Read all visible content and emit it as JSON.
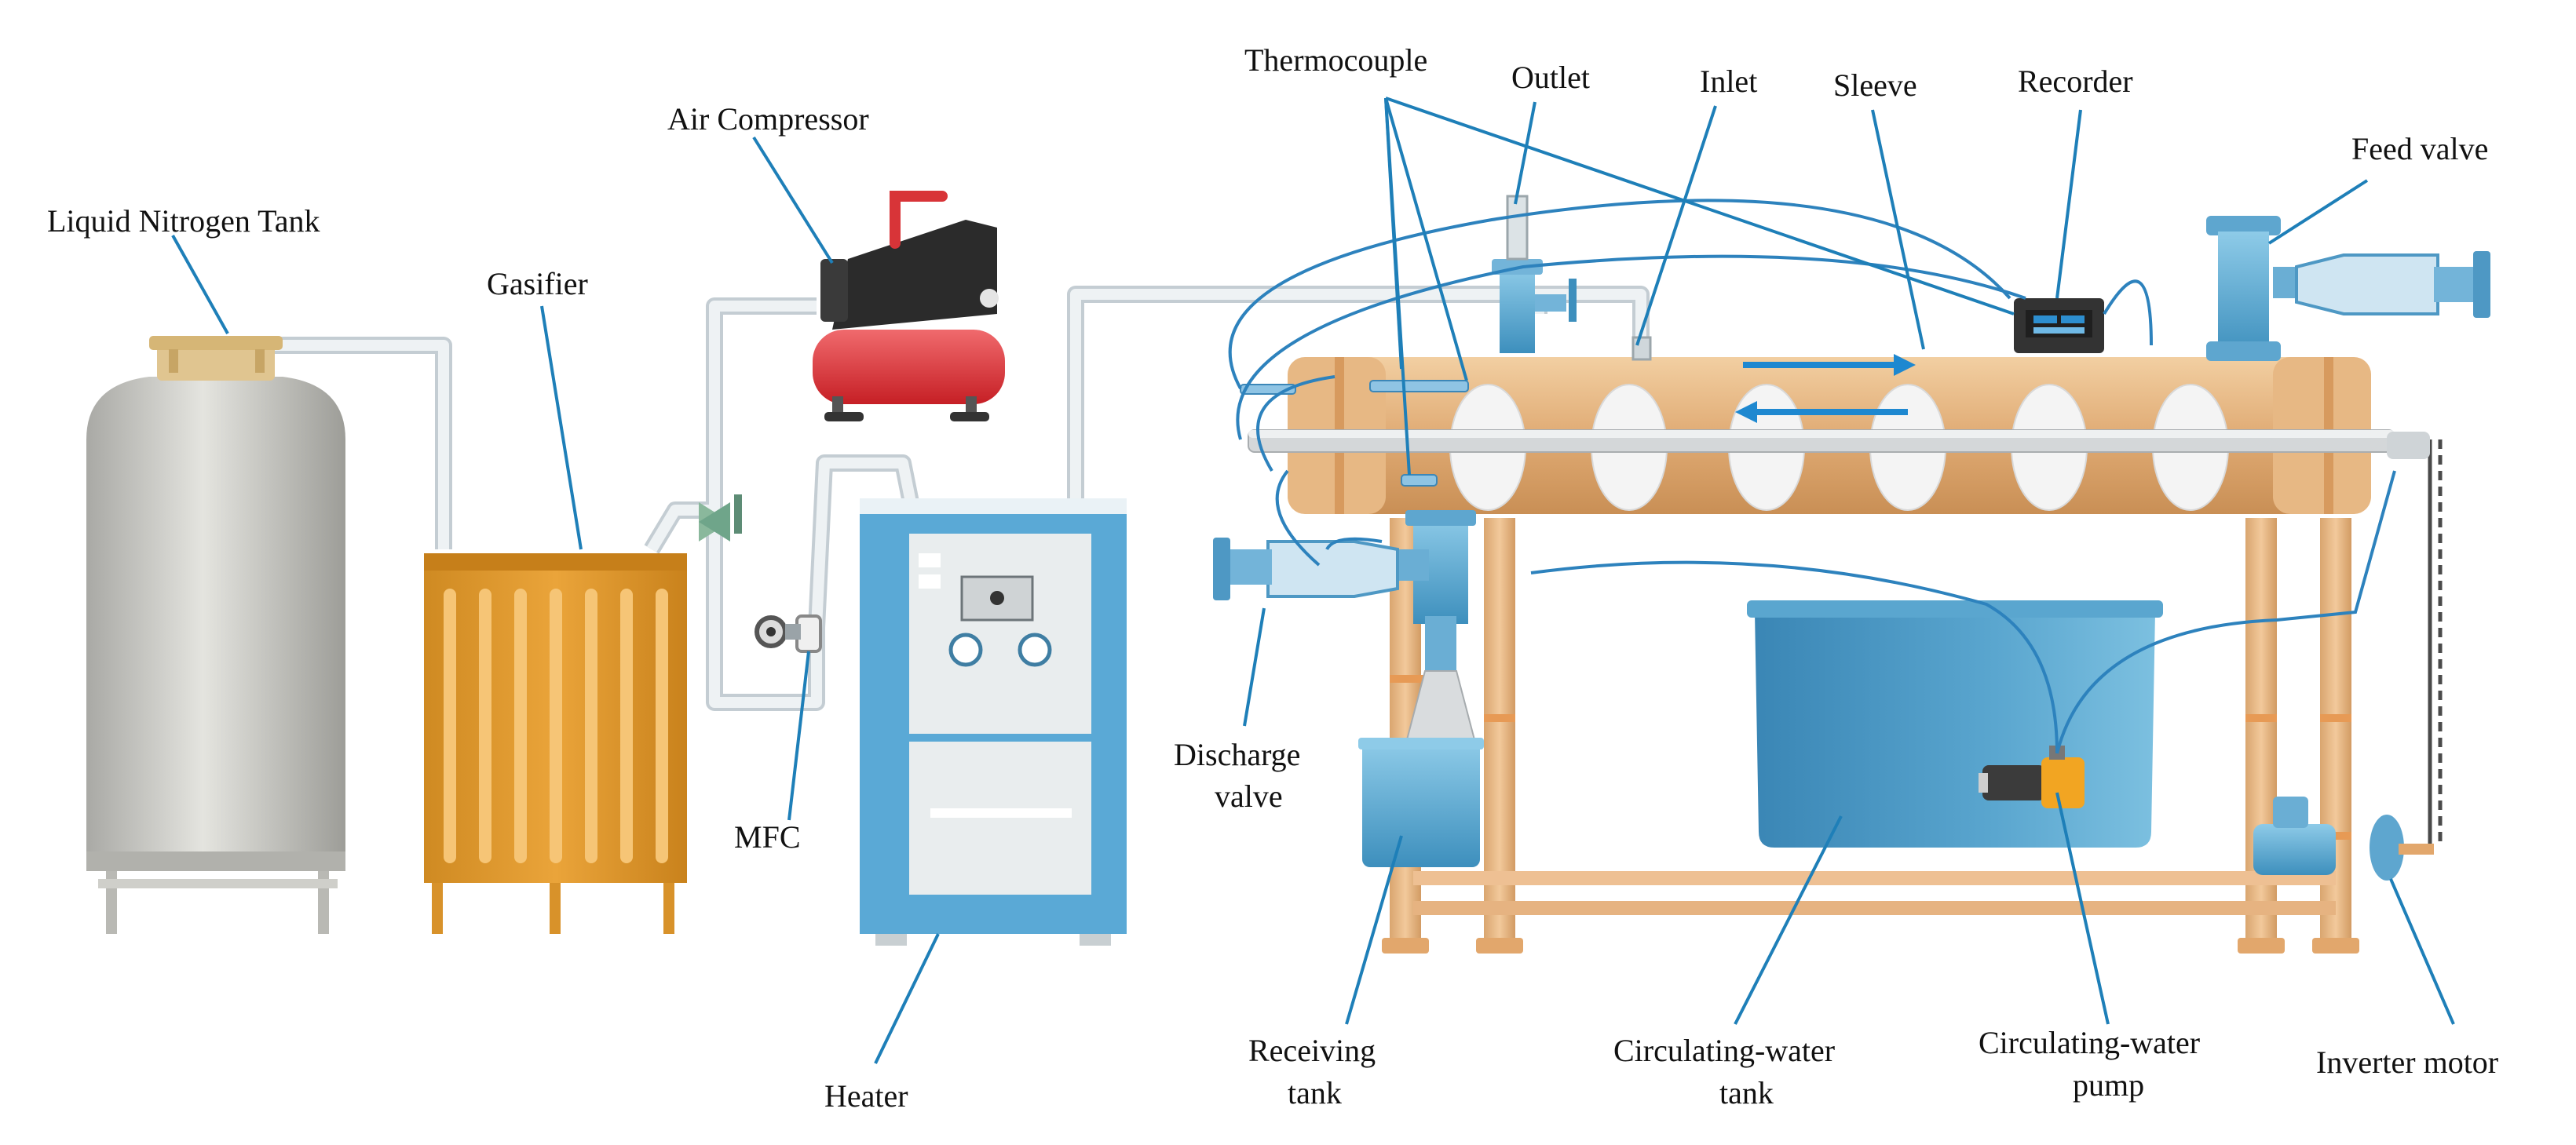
{
  "labels": {
    "liquid_nitrogen_tank": "Liquid Nitrogen Tank",
    "gasifier": "Gasifier",
    "air_compressor": "Air Compressor",
    "mfc": "MFC",
    "heater": "Heater",
    "thermocouple": "Thermocouple",
    "outlet": "Outlet",
    "inlet": "Inlet",
    "sleeve": "Sleeve",
    "recorder": "Recorder",
    "feed_valve": "Feed valve",
    "discharge_valve_1": "Discharge",
    "discharge_valve_2": "valve",
    "receiving_tank_1": "Receiving",
    "receiving_tank_2": "tank",
    "circulating_water_tank_1": "Circulating-water",
    "circulating_water_tank_2": "tank",
    "circulating_water_pump_1": "Circulating-water",
    "circulating_water_pump_2": "pump",
    "inverter_motor": "Inverter motor"
  },
  "colors": {
    "label_text": "#111111",
    "leader_line": "#1e7fb8",
    "pipe": "#dfe6ea",
    "pipe_outline": "#c4cdd3",
    "tank_steel": "#c9c9c4",
    "gasifier_orange": "#e09a2c",
    "compressor_red": "#e8353a",
    "heater_blue": "#5aa9d6",
    "reactor_tan": "#e2b07c",
    "frame_tan": "#e9b987",
    "water_blue": "#3f8fbf",
    "valve_blue": "#6fb3d8"
  }
}
